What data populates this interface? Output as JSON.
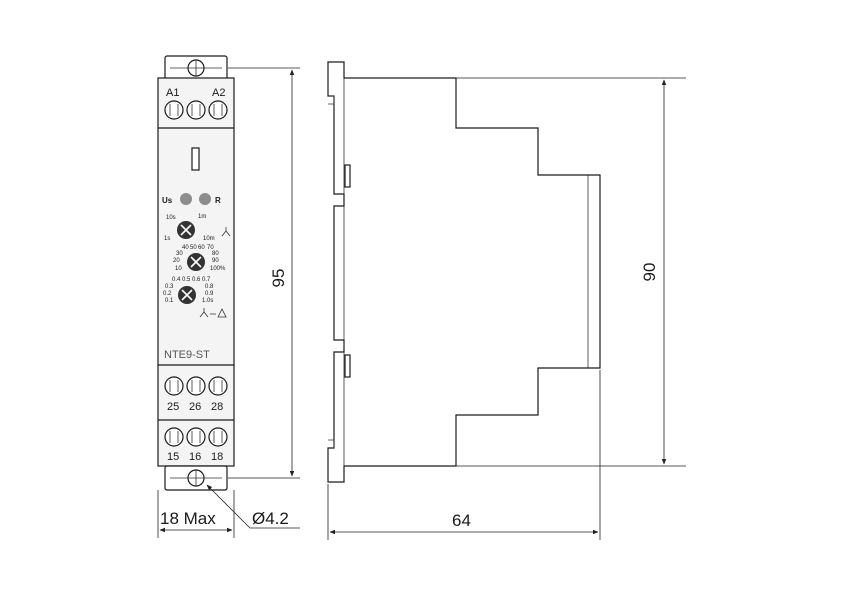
{
  "front_view": {
    "terminals_top": {
      "left": "A1",
      "right": "A2"
    },
    "led_us": "Us",
    "led_r": "R",
    "model": "NTE9-ST",
    "terminals_mid": [
      "25",
      "26",
      "28"
    ],
    "terminals_bot": [
      "15",
      "16",
      "18"
    ],
    "knob1_labels": [
      "10s",
      "1m",
      "1s",
      "10m"
    ],
    "knob2_labels": [
      "40",
      "50",
      "60",
      "70",
      "30",
      "80",
      "20",
      "90",
      "10",
      "100%"
    ],
    "knob3_labels": [
      "0.4",
      "0.5",
      "0.6",
      "0.7",
      "0.3",
      "0.8",
      "0.2",
      "0.9",
      "0.1",
      "1.0s"
    ]
  },
  "dimensions": {
    "height_front": "95",
    "width_front": "18 Max",
    "hole": "Ø4.2",
    "depth_side": "64",
    "height_side": "90"
  },
  "colors": {
    "line": "#1a1a1a",
    "led": "#8c8c8c",
    "model_text": "#555555"
  }
}
